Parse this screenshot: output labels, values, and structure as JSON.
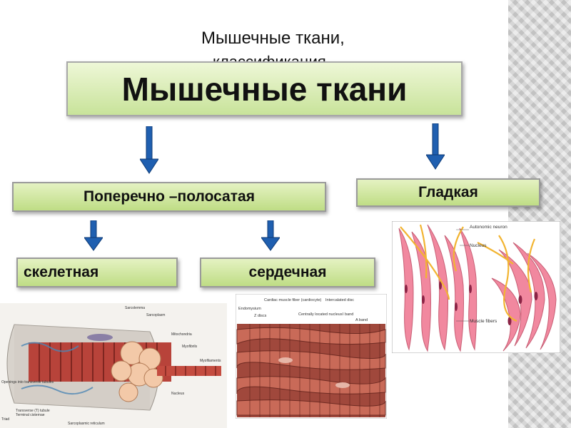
{
  "slide": {
    "title": "Мышечные ткани,",
    "subtitle": "классификация"
  },
  "diagram": {
    "root": "Мышечные ткани",
    "striated": "Поперечно –полосатая",
    "smooth": "Гладкая",
    "skeletal": "скелетная",
    "cardiac": "сердечная"
  },
  "figures": {
    "skeletal": {
      "labels": [
        "Sarcolemma",
        "Sarcoplasm",
        "Mitochondria",
        "Myofibrils",
        "Myofilaments",
        "Nucleus",
        "Sarcoplasmic reticulum",
        "Transverse (T) tubule",
        "Terminal cisternae",
        "Triad",
        "Openings into transverse tubules"
      ]
    },
    "cardiac": {
      "labels": [
        "Cardiac muscle fiber (cardiocyte)",
        "Intercalated disc",
        "Endomysium",
        "Z discs",
        "Centrally located nucleus",
        "I band",
        "A band"
      ]
    },
    "smooth": {
      "labels": [
        "Autonomic neuron",
        "Nucleus",
        "Muscle fibers"
      ]
    }
  },
  "colors": {
    "box_fill_top": "#e5f2c2",
    "box_fill_bottom": "#bfdd85",
    "arrow_blue": "#1f5fb0",
    "muscle_red": "#b8433a",
    "smooth_pink": "#e56a85"
  }
}
